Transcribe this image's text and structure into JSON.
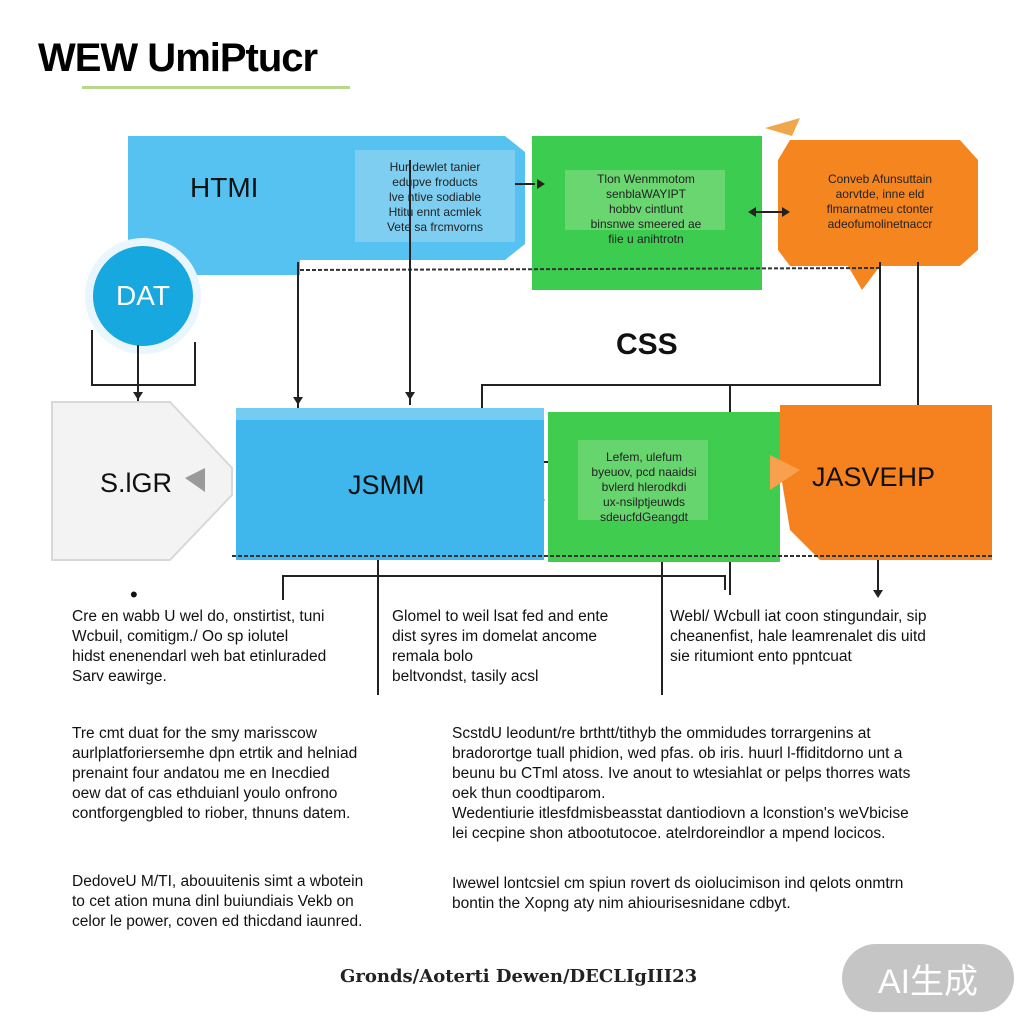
{
  "title": "WEW UmiPtucr",
  "diagram": {
    "top_row": {
      "html_label": "HTMI",
      "blue_text": "Hur dewlet tanier\nedupve froducts\nlve ntive sodiable\nHtitu ennt acmlek\nVete sa frcmvorns",
      "green_text": "Tlon Wenmmotom\nsenblaWAYIPT\nhobbv cintlunt\nbinsnwe smeered ae\nfiie u anihtrotn",
      "orange_text": "Conveb Afunsuttain\naorvtde, inne eld\nflmarnatmeu ctonter\nadeofumolinetnaccr"
    },
    "dat_label": "DAT",
    "css_label": "CSS",
    "bottom_row": {
      "slider_label": "S.lGR",
      "jsmm_label": "JSMM",
      "green_text": "Lefem, ulefum\nbyeuov, pcd naaidsi\nbvlerd hlerodkdi\nux-nsilptjeuwds\nsdeucfdGeangdt",
      "jasvenp_label": "JASVEHP"
    },
    "footer_dot": "•"
  },
  "paragraphs": {
    "col1_top": "Cre en wabb U wel do, onstirtist, tuni\nWcbuil, comitigm./ Oo sp iolutel\nhidst enenendarl weh bat etinluraded\nSarv eawirge.",
    "col2_top": "Glomel to weil lsat fed and ente\ndist syres im domelat ancome\nremala bolo\nbeltvondst, tasily acsl",
    "col3_top": "Webl/ Wcbull iat coon stingundair, sip\ncheanenfist, hale leamrenalet dis uitd\nsie ritumiont ento ppntcuat",
    "col1_mid": "Tre cmt duat for the smy marisscow\naurlplatforiersemhe dpn etrtik and helniad\nprenaint four andatou me en Inecdied\noew dat of cas ethduianl youlo onfrono\ncontforgengbled to riober, thnuns datem.",
    "col2_mid": "ScstdU leodunt/re brthtt/tithyb the ommidudes torrargenins at\nbradorortge tuall phidion, wed pfas. ob iris. huurl l-ffiditdorno unt a\nbeunu bu CTml atoss. Ive anout to wtesiahlat or pelps thorres wats\noek thun coodtiparom.\nWedentiurie itlesfdmisbeasstat dantiodiovn a lconstion's weVbicise\nlei cecpine shon atbootutocoe. atelrdoreindlor a mpend locicos.",
    "col1_bot": "DedoveU M/TI, abouuitenis simt a wbotein\nto cet ation muna dinl buiundiais Vekb on\ncelor le power, coven ed thicdand iaunred.",
    "col2_bot": "Iwewel lontcsiel cm spiun rovert ds oiolucimison ind qelots onmtrn\nbontin the Xopng aty nim ahiourisesnidane cdbyt."
  },
  "footer": "Gronds/Aoterti Dewen/DECLIgIII23",
  "badge": "AI生成",
  "colors": {
    "blue": "#35b3ec",
    "green": "#3fcc4f",
    "orange": "#f5821f",
    "line": "#222222"
  }
}
